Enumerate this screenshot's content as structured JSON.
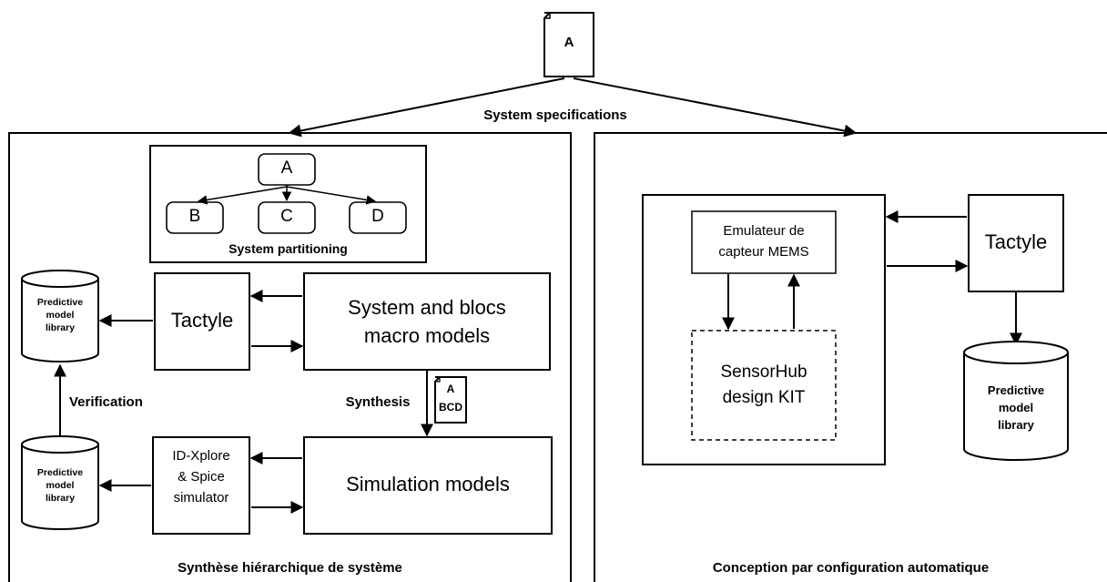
{
  "top_doc": {
    "label": "A"
  },
  "system_specifications": "System specifications",
  "left_panel": {
    "partition": {
      "root": "A",
      "children": [
        "B",
        "C",
        "D"
      ],
      "caption": "System partitioning"
    },
    "tactyle": "Tactyle",
    "macro_models": [
      "System and blocs",
      "macro models"
    ],
    "library_top": [
      "Predictive",
      "model",
      "library"
    ],
    "library_bottom": [
      "Predictive",
      "model",
      "library"
    ],
    "verification": "Verification",
    "synthesis": "Synthesis",
    "doc_abcd": [
      "A",
      "BCD"
    ],
    "simulator": [
      "ID-Xplore",
      "& Spice",
      "simulator"
    ],
    "simulation_models": "Simulation models",
    "caption": "Synthèse hiérarchique de système"
  },
  "right_panel": {
    "emulator": [
      "Emulateur de",
      "capteur MEMS"
    ],
    "sensorhub": [
      "SensorHub",
      "design KIT"
    ],
    "tactyle": "Tactyle",
    "library": [
      "Predictive",
      "model",
      "library"
    ],
    "caption": "Conception par configuration automatique"
  }
}
